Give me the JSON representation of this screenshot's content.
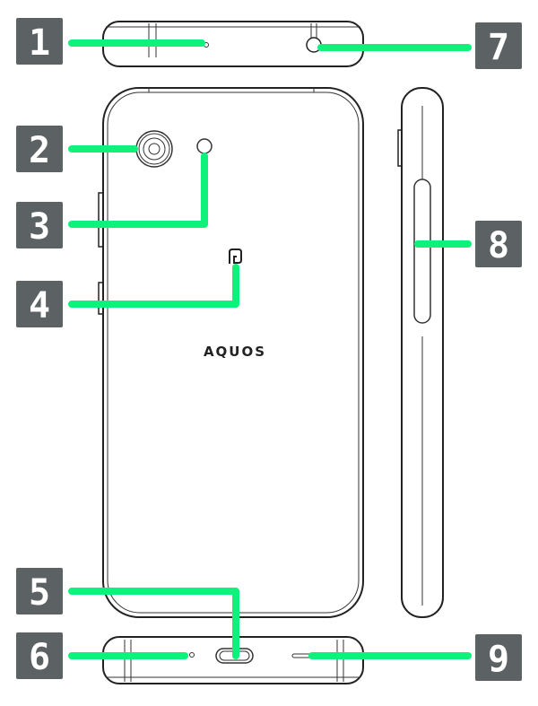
{
  "diagram": {
    "brand_logo": "AQUOS",
    "callouts": [
      {
        "number": "1",
        "part": "top-microphone-hole"
      },
      {
        "number": "2",
        "part": "rear-camera"
      },
      {
        "number": "3",
        "part": "flash"
      },
      {
        "number": "4",
        "part": "nfc-mark"
      },
      {
        "number": "5",
        "part": "usb-type-c-port"
      },
      {
        "number": "6",
        "part": "bottom-microphone-hole"
      },
      {
        "number": "7",
        "part": "headphone-jack"
      },
      {
        "number": "8",
        "part": "card-slot-cover"
      },
      {
        "number": "9",
        "part": "speaker"
      }
    ],
    "colors": {
      "callout_line": "#0ef27c",
      "badge": "#5c6163"
    }
  }
}
